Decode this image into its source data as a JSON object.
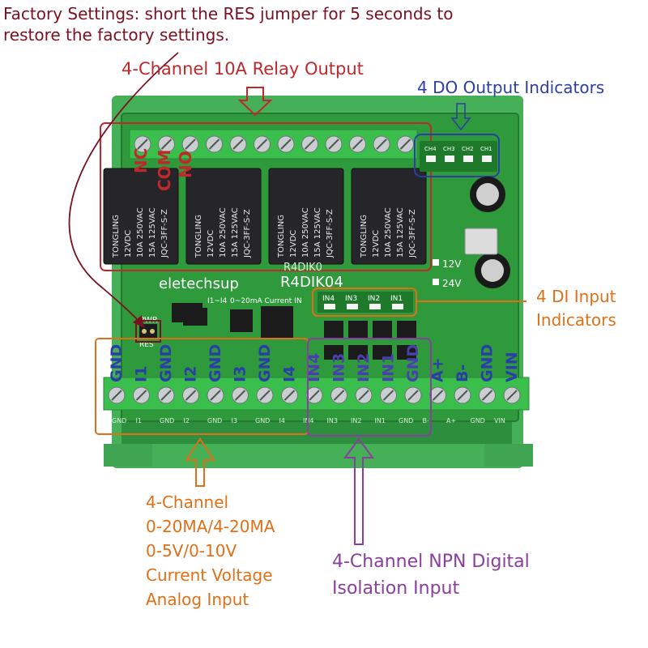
{
  "annotations": {
    "factory_line1": "Factory Settings: short the RES jumper for 5 seconds to",
    "factory_line2": "restore the factory settings.",
    "relay_output": "4-Channel 10A Relay Output",
    "do_indicators": "4 DO Output Indicators",
    "di_line1": "4 DI Input",
    "di_line2": "Indicators",
    "analog_lines": [
      "4-Channel",
      "0-20MA/4-20MA",
      "0-5V/0-10V",
      "Current Voltage",
      "Analog Input"
    ],
    "npn_line1": "4-Channel NPN Digital",
    "npn_line2": "Isolation Input"
  },
  "board": {
    "brand": "eletechsup",
    "model": "R4DIK04",
    "silk_model": "R4DIK0",
    "current_in": "0~20mA Current IN",
    "i_range": "I1~I4",
    "pwr": "PWR",
    "res": "RES",
    "v12": "12V",
    "v24": "24V",
    "relay_terms": [
      "NC",
      "COM",
      "NO"
    ],
    "do_labels": [
      "CH4",
      "CH3",
      "CH2",
      "CH1"
    ],
    "di_labels": [
      "IN4",
      "IN3",
      "IN2",
      "IN1"
    ],
    "relay_text": [
      "TONGLING",
      "12VDC",
      "10A 250VAC",
      "15A 125VAC",
      "JQC-3FF-S-Z"
    ],
    "bottom_terms": [
      "GND",
      "I1",
      "GND",
      "I2",
      "GND",
      "I3",
      "GND",
      "I4",
      "IN4",
      "IN3",
      "IN2",
      "IN1",
      "GND",
      "A+",
      "B-",
      "GND",
      "VIN"
    ],
    "silk_bottom": [
      "GND",
      "I1",
      "GND",
      "I2",
      "GND",
      "I3",
      "GND",
      "I4",
      "IN4",
      "IN3",
      "IN2",
      "IN1",
      "GND",
      "B-",
      "A+",
      "GND",
      "VIN"
    ]
  },
  "colors": {
    "board": "#2f9a3c",
    "terminal": "#3bbf4c",
    "relay": "#26262a",
    "relay_box": "#c0282c",
    "do_box": "#2b3ea8",
    "orange": "#e07018",
    "purple": "#8a3fa0",
    "factory": "#7a1020"
  }
}
